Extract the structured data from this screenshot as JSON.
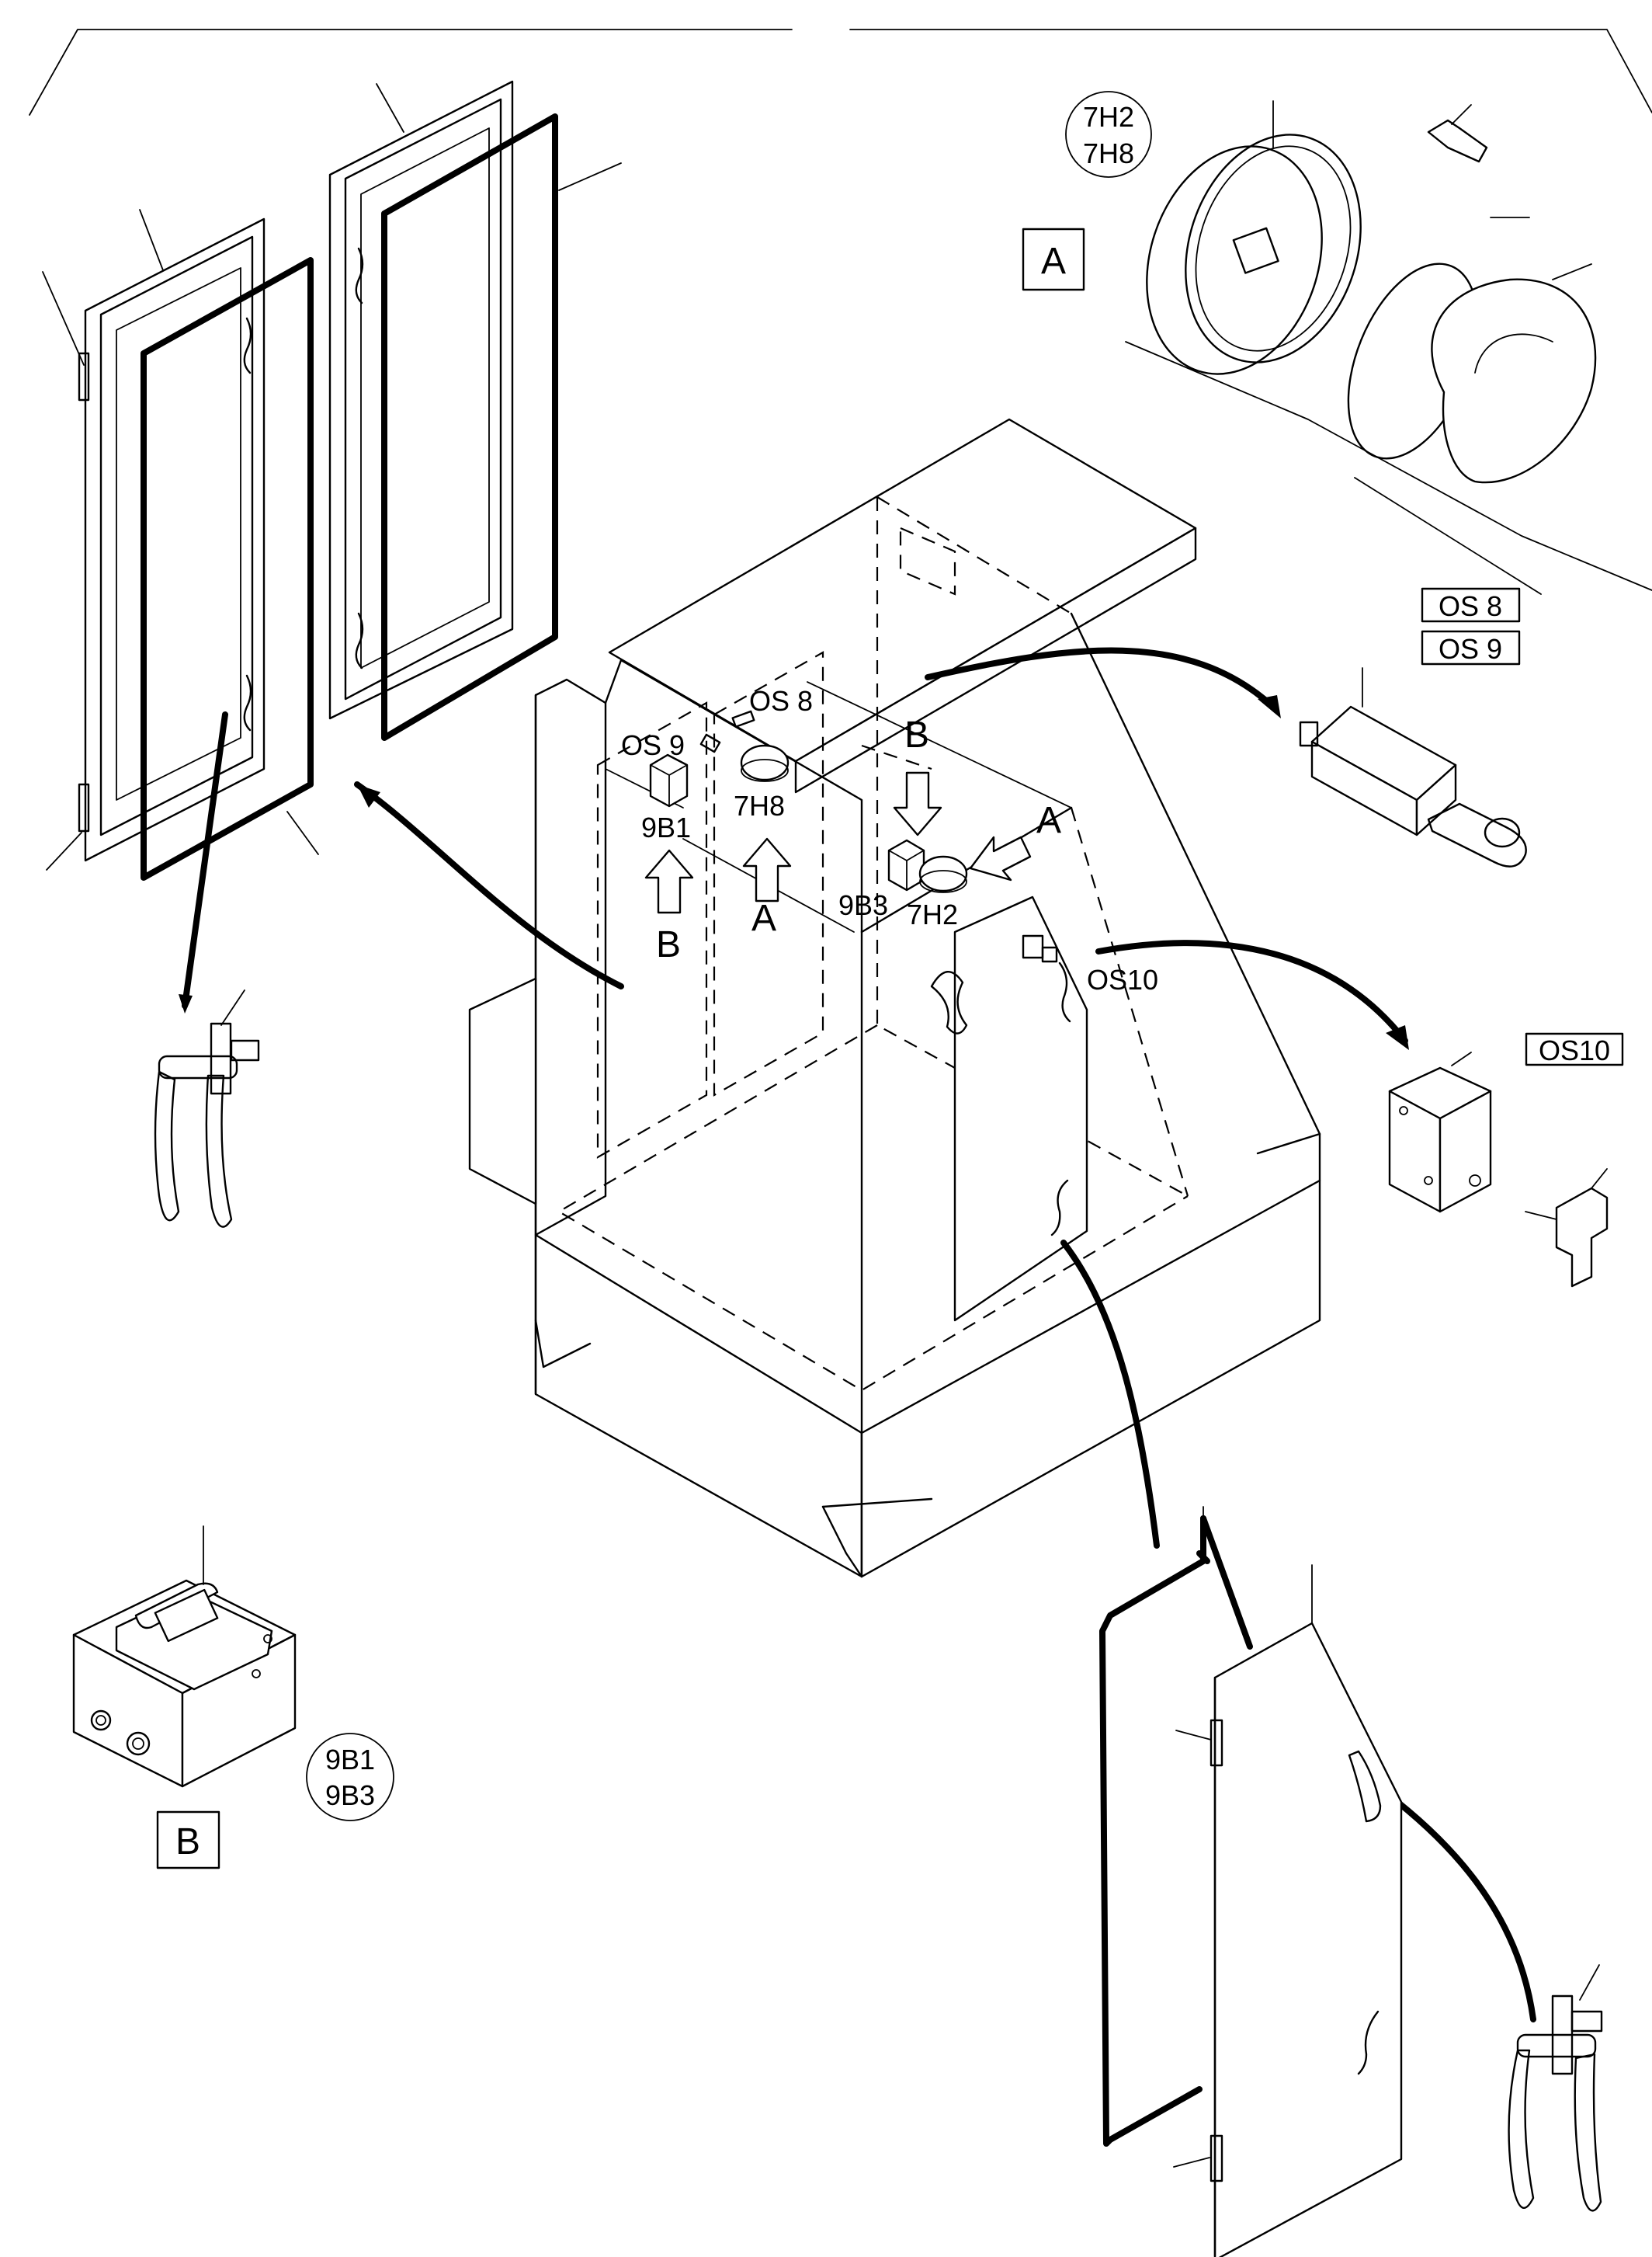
{
  "labels": {
    "os8": "OS 8",
    "os9": "OS 9",
    "b_top": "B",
    "a_right": "A",
    "b_left": "B",
    "a_left": "A",
    "x9b1": "9B1",
    "x7h8": "7H8",
    "x9b3": "9B3",
    "x7h2": "7H2",
    "os10": "OS10"
  },
  "callouts": {
    "lamp_circle": {
      "line1": "7H2",
      "line2": "7H8"
    },
    "switch_circle": {
      "line1": "9B1",
      "line2": "9B3"
    },
    "detail_a_box": "A",
    "detail_b_box": "B",
    "os8_box": "OS 8",
    "os9_box": "OS 9",
    "os10_box": "OS10"
  }
}
